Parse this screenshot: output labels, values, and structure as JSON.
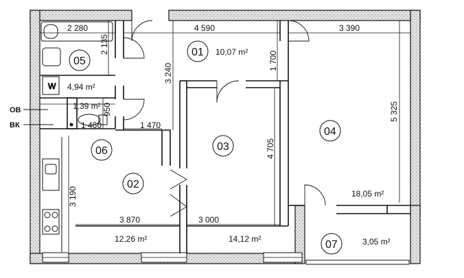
{
  "rooms": [
    {
      "number": "01",
      "area": "10,07 m²"
    },
    {
      "number": "02",
      "area": "12,26 m²"
    },
    {
      "number": "03",
      "area": "14,12 m²"
    },
    {
      "number": "04",
      "area": "18,05 m²"
    },
    {
      "number": "05",
      "area": "4,94 m²"
    },
    {
      "number": "06",
      "area": "1,39 m²"
    },
    {
      "number": "07",
      "area": "3,05 m²"
    }
  ],
  "dimensions": {
    "bath_top": "2 280",
    "hall_top": "4 590",
    "room04_top": "3 390",
    "bath_side": "2 135",
    "hall_side": "3 240",
    "hall_vert": "1 700",
    "wc_side": "950",
    "wc_width": "1 460",
    "corridor_width": "1 470",
    "room03_vert": "4 705",
    "room04_vert": "5 325",
    "kitchen_vert": "3 190",
    "kitchen_width": "3 870",
    "room03_width": "3 000"
  },
  "fixtures": {
    "washer_label": "W"
  },
  "side_labels": {
    "ov": "ОВ",
    "vk": "ВК"
  }
}
